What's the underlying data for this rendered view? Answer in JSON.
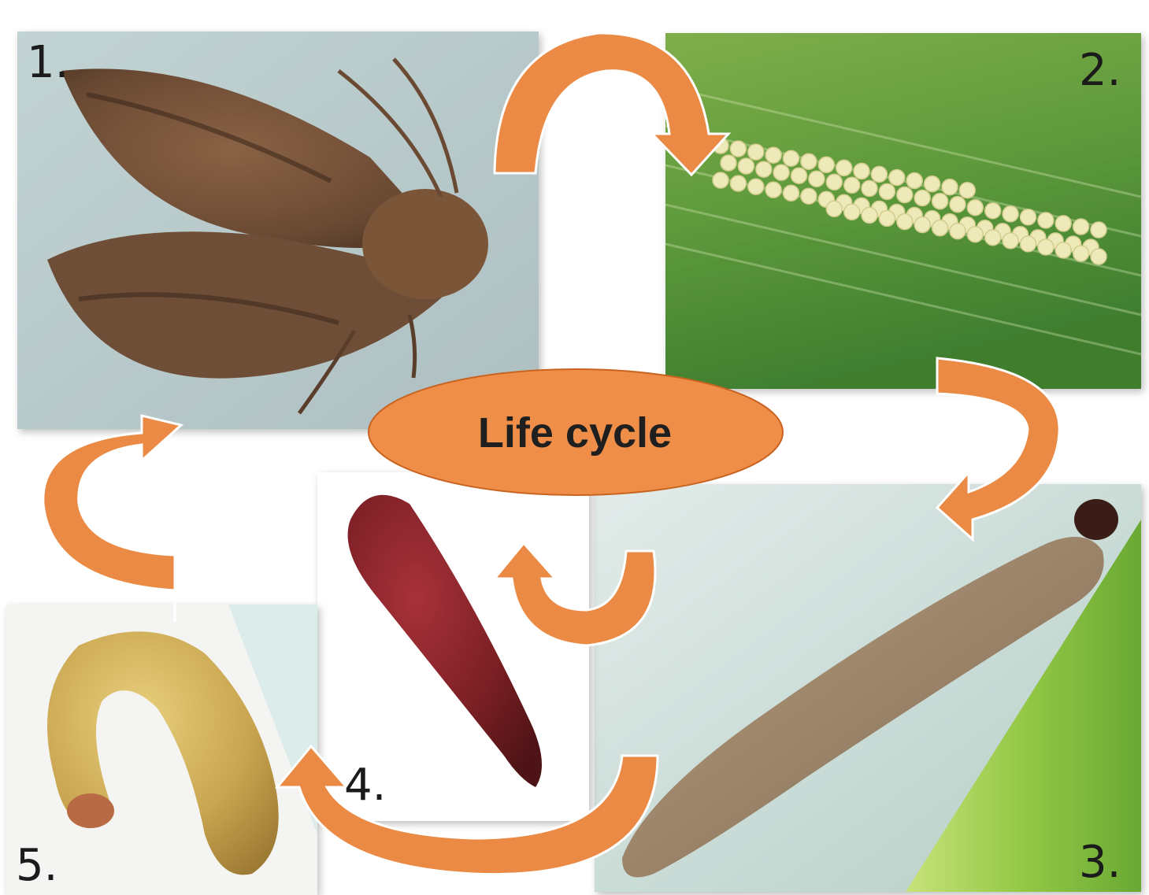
{
  "diagram": {
    "center_label": "Life cycle",
    "stages": [
      {
        "number": "1."
      },
      {
        "number": "2."
      },
      {
        "number": "3."
      },
      {
        "number": "4."
      },
      {
        "number": "5."
      }
    ]
  },
  "colors": {
    "arrow": "#ea8a44",
    "arrow_edge": "#ffffff",
    "ellipse": "#ef8e49"
  }
}
